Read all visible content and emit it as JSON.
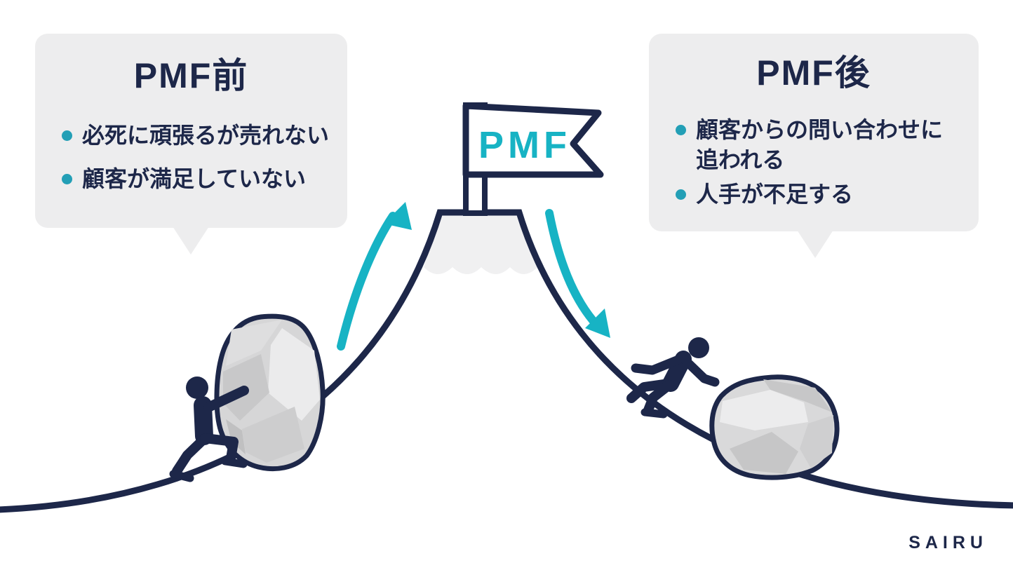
{
  "flag": {
    "label": "PMF"
  },
  "bubbles": {
    "before": {
      "title": "PMF前",
      "items": [
        "必死に頑張るが売れない",
        "顧客が満足していない"
      ]
    },
    "after": {
      "title": "PMF後",
      "items": [
        [
          "顧客からの問い合わせに",
          "追われる"
        ],
        [
          "人手が不足する"
        ]
      ]
    }
  },
  "logo": {
    "text": "SAIRU"
  },
  "colors": {
    "navy": "#1d2749",
    "teal": "#17b3c4",
    "bullet_dot": "#239fb6",
    "bubble_bg": "#ededee",
    "snow": "#f0f0f1",
    "rock": "#d6d6d7",
    "background": "#ffffff"
  }
}
